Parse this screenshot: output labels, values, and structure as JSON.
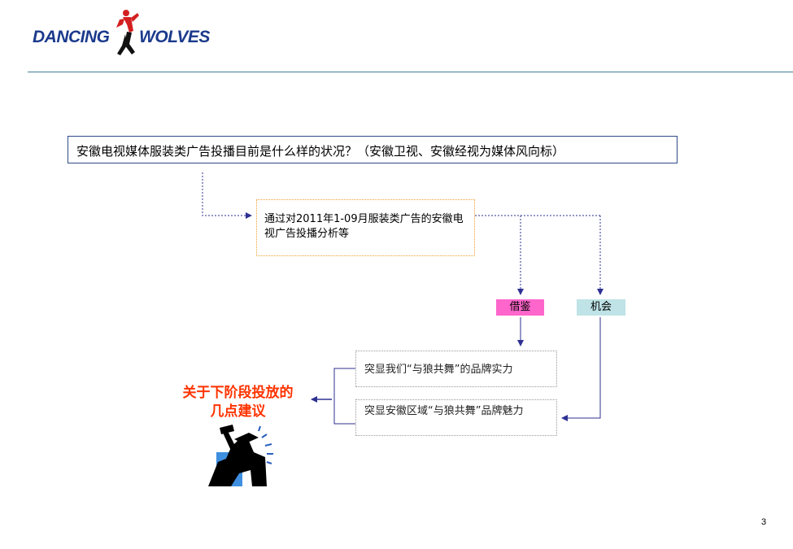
{
  "logo": {
    "left_word": "DANCING",
    "right_word": "WOLVES"
  },
  "question": "安徽电视媒体服装类广告投播目前是什么样的状况？（安徽卫视、安徽经视为媒体风向标）",
  "analysis": "通过对2011年1-09月服装类广告的安徽电视广告投播分析等",
  "tags": {
    "borrow": "借鉴",
    "opportunity": "机会"
  },
  "points": [
    "突显我们“与狼共舞”的品牌实力",
    "突显安徽区域“与狼共舞”品牌魅力"
  ],
  "suggestion": {
    "line1": "关于下阶段投放的",
    "line2": "几点建议"
  },
  "page_number": "3",
  "colors": {
    "brand": "#1b3a8c",
    "arrow": "#2e3192",
    "tag_pink": "#ff66cc",
    "tag_cyan": "#bfe3e6",
    "suggestion": "#ff3300"
  }
}
